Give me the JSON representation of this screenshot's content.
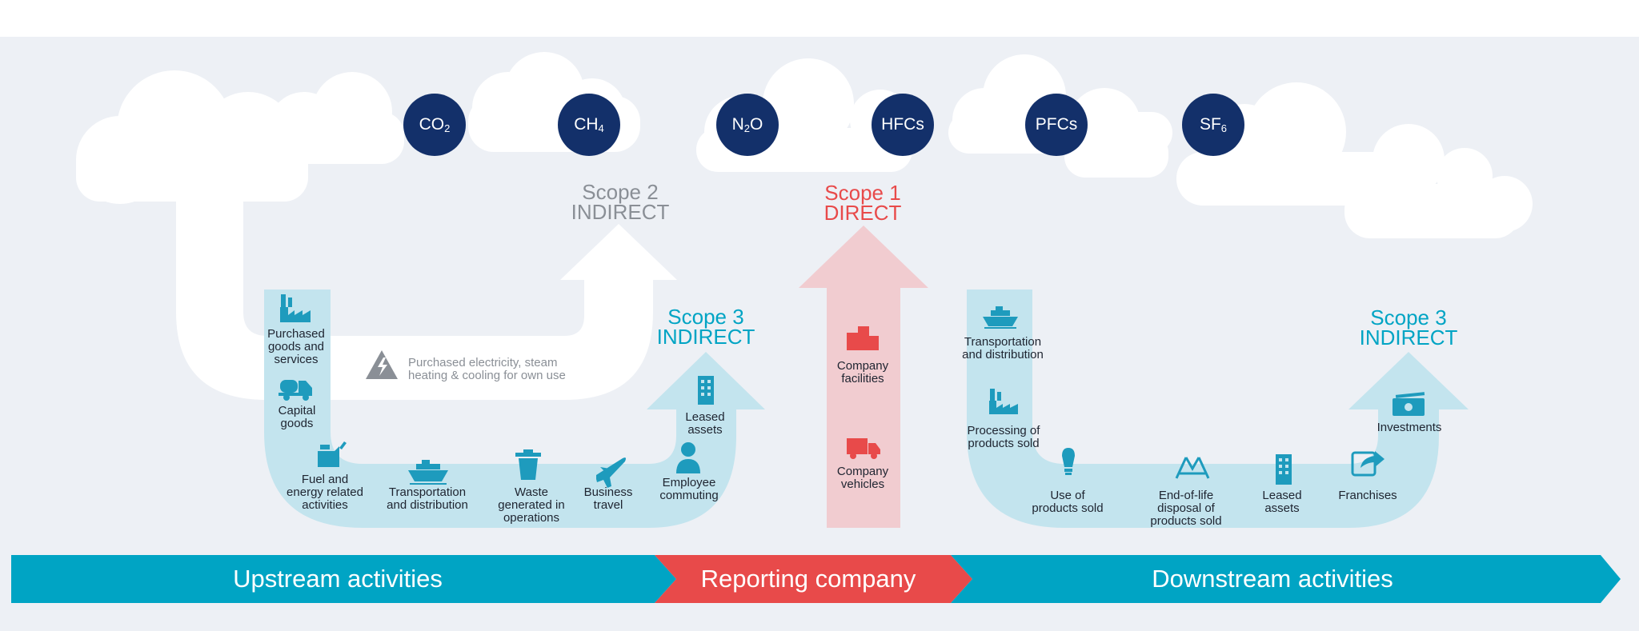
{
  "colors": {
    "background": "#edf0f5",
    "navy": "#13306a",
    "teal": "#00a4c4",
    "teal_icon": "#1e9bbd",
    "light_blue_band": "#c3e4ee",
    "red": "#e84a4a",
    "pink_arrow": "#f1ccd0",
    "grey_text": "#8a8f96",
    "cloud": "#ffffff"
  },
  "gases": [
    {
      "base": "CO",
      "sub": "2"
    },
    {
      "base": "CH",
      "sub": "4"
    },
    {
      "base": "N",
      "sub": "2",
      "tail": "O"
    },
    {
      "base": "HFCs",
      "sub": ""
    },
    {
      "base": "PFCs",
      "sub": ""
    },
    {
      "base": "SF",
      "sub": "6"
    }
  ],
  "scopes": {
    "scope2": {
      "line1": "Scope 2",
      "line2": "INDIRECT"
    },
    "scope1": {
      "line1": "Scope 1",
      "line2": "DIRECT"
    },
    "scope3_up": {
      "line1": "Scope 3",
      "line2": "INDIRECT"
    },
    "scope3_down": {
      "line1": "Scope 3",
      "line2": "INDIRECT"
    }
  },
  "electricity_note": "Purchased electricity, steam\nheating & cooling for own use",
  "upstream_items": [
    {
      "label": "Purchased\ngoods and\nservices",
      "icon": "factory-icon"
    },
    {
      "label": "Capital\ngoods",
      "icon": "cement-truck-icon"
    },
    {
      "label": "Fuel and\nenergy related\nactivities",
      "icon": "fuel-can-icon"
    },
    {
      "label": "Transportation\nand distribution",
      "icon": "ship-icon"
    },
    {
      "label": "Waste\ngenerated in\noperations",
      "icon": "trash-bin-icon"
    },
    {
      "label": "Business\ntravel",
      "icon": "airplane-icon"
    },
    {
      "label": "Employee\ncommuting",
      "icon": "person-icon"
    },
    {
      "label": "Leased\nassets",
      "icon": "building-icon"
    }
  ],
  "company_items": [
    {
      "label": "Company\nfacilities",
      "icon": "buildings-icon"
    },
    {
      "label": "Company\nvehicles",
      "icon": "truck-icon"
    }
  ],
  "downstream_items": [
    {
      "label": "Transportation\nand distribution",
      "icon": "ship-icon"
    },
    {
      "label": "Processing of\nproducts sold",
      "icon": "factory-icon"
    },
    {
      "label": "Use of\nproducts sold",
      "icon": "lightbulb-icon"
    },
    {
      "label": "End-of-life\ndisposal of\nproducts sold",
      "icon": "recycle-icon"
    },
    {
      "label": "Leased\nassets",
      "icon": "building-icon"
    },
    {
      "label": "Franchises",
      "icon": "share-arrow-icon"
    },
    {
      "label": "Investments",
      "icon": "money-icon"
    }
  ],
  "bottom_bar": {
    "upstream": "Upstream activities",
    "company": "Reporting company",
    "downstream": "Downstream activities"
  }
}
